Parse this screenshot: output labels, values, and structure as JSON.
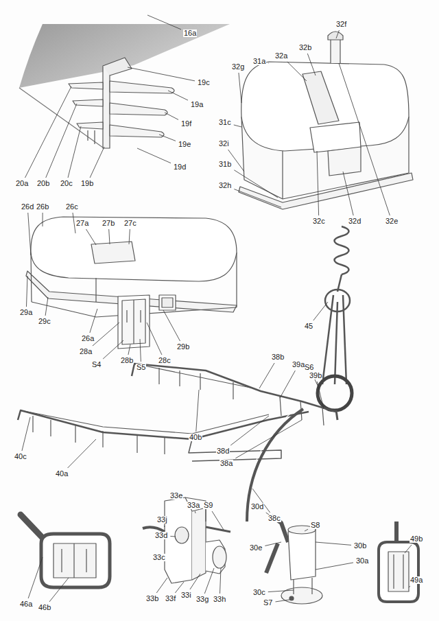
{
  "diagram": {
    "labels": [
      "16a",
      "19c",
      "19a",
      "19f",
      "19e",
      "19d",
      "20a",
      "20b",
      "20c",
      "19b",
      "32f",
      "32b",
      "32a",
      "32g",
      "31a",
      "31c",
      "32i",
      "31b",
      "32h",
      "32c",
      "32d",
      "32e",
      "26d",
      "26b",
      "26c",
      "27a",
      "27b",
      "27c",
      "29a",
      "29c",
      "26a",
      "28a",
      "S4",
      "28b",
      "S5",
      "28c",
      "29b",
      "45",
      "S6",
      "38b",
      "39a",
      "39b",
      "40b",
      "38d",
      "38a",
      "40c",
      "40a",
      "38c",
      "33e",
      "33a",
      "S9",
      "33j",
      "33d",
      "33c",
      "33b",
      "33f",
      "33i",
      "33g",
      "33h",
      "30d",
      "S8",
      "30b",
      "30e",
      "30a",
      "30c",
      "S7",
      "46a",
      "46b",
      "49b",
      "49a"
    ]
  }
}
